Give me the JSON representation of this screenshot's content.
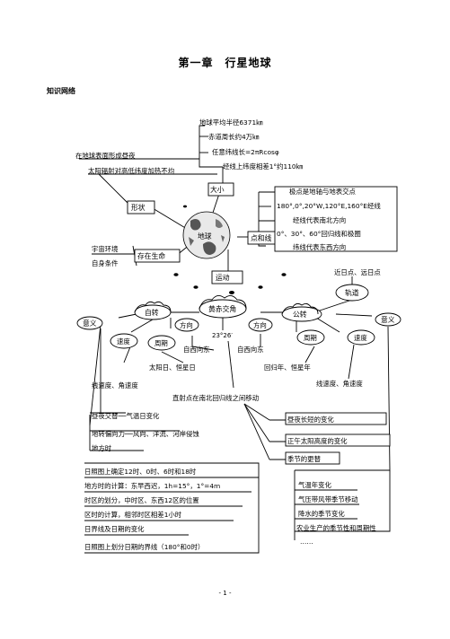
{
  "page": {
    "title": "第一章　行星地球",
    "section": "知识网络",
    "page_number": "- 1 -"
  },
  "diagram": {
    "center": "地球",
    "size_box": "大小",
    "size_items": [
      "地球平均半径6371㎞",
      "赤道周长约4万㎞",
      "任意纬线长=2πRcosφ",
      "经线上纬度相差1°约110㎞"
    ],
    "shape_box": "形状",
    "shape_items": [
      "在地球表面形成昼夜",
      "太阳辐射对高低纬度加热不均"
    ],
    "points_box": "点和线",
    "points_items": [
      "极点是地轴与地表交点",
      "180°,0°,20°W,120°E,160°E经线",
      "经线代表南北方向",
      "0°、30°、60°回归线和极圈",
      "纬线代表东西方向"
    ],
    "life_box": "存在生命",
    "life_items": [
      "宇宙环境",
      "自身条件"
    ],
    "motion_box": "运动",
    "rotation": "自转",
    "revolution": "公转",
    "obliquity": "黄赤交角",
    "obliquity_value": "23°26′",
    "orbit": "轨道",
    "orbit_note": "近日点、远日点",
    "rot_meaning": "意义",
    "rot_speed": "速度",
    "rot_period": "周期",
    "rot_direction": "方向",
    "rot_dir_value": "自西向东",
    "rot_period_value": "太阳日、恒星日",
    "rot_speed_value": "线速度、角速度",
    "rev_direction": "方向",
    "rev_dir_value": "自西向东",
    "rev_period": "周期",
    "rev_period_value": "回归年、恒星年",
    "rev_speed": "速度",
    "rev_speed_value": "线速度、角速度",
    "rev_meaning": "意义",
    "sun_point": "直射点在南北回归线之间移动",
    "rot_effects": [
      "昼夜交替──气温日变化",
      "地转偏向力──风向、洋流、河岸侵蚀",
      "地方时"
    ],
    "time_items": [
      "日照图上确定12时、0时、6时和18时",
      "地方时的计算：东早西迟，1h=15°，1°=4m",
      "时区的划分，中时区、东西12区的位置",
      "区时的计算，相邻时区相差1小时",
      "日界线及日期的变化",
      "日照图上划分日期的界线（180°和0时）"
    ],
    "rev_effects": [
      "昼夜长短的变化",
      "正午太阳高度的变化",
      "季节的更替"
    ],
    "season_items": [
      "气温年变化",
      "气压带风带季节移动",
      "降水的季节变化",
      "农业生产的季节性和周期性",
      "……"
    ]
  }
}
